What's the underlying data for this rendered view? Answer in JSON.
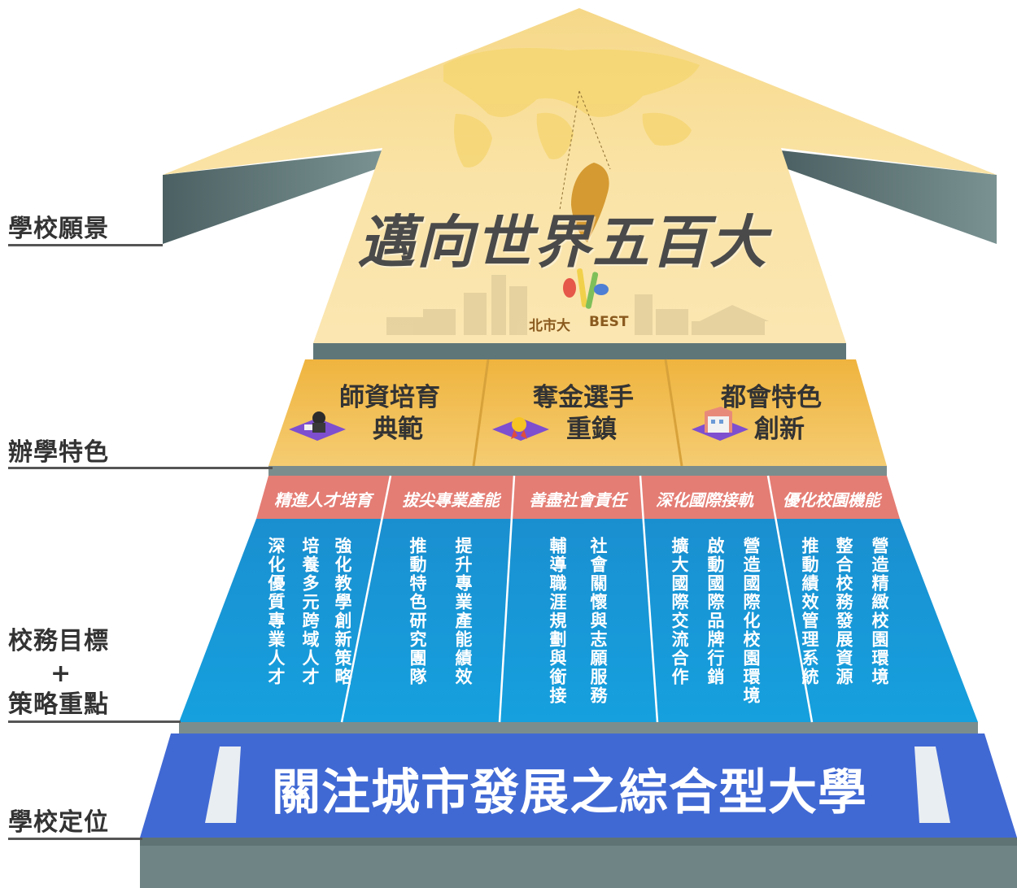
{
  "side_labels": {
    "vision": "學校願景",
    "features": "辦學特色",
    "goals_line1": "校務目標",
    "goals_plus": "+",
    "goals_line2": "策略重點",
    "positioning": "學校定位"
  },
  "vision": {
    "title": "邁向世界五百大",
    "logo_text_left": "北市大",
    "logo_text_right": "BEST"
  },
  "features": [
    {
      "text_line1": "師資培育",
      "text_line2": "典範",
      "icon": "teacher-icon"
    },
    {
      "text_line1": "奪金選手",
      "text_line2": "重鎮",
      "icon": "gold-medal-icon"
    },
    {
      "text_line1": "都會特色",
      "text_line2": "創新",
      "icon": "city-building-icon"
    }
  ],
  "goals": [
    {
      "header": "精進人才培育",
      "columns": [
        "強化教學創新策略",
        "培養多元跨域人才",
        "深化優質專業人才"
      ]
    },
    {
      "header": "拔尖專業產能",
      "columns": [
        "提升專業產能績效",
        "推動特色研究團隊"
      ]
    },
    {
      "header": "善盡社會責任",
      "columns": [
        "社會關懷與志願服務",
        "輔導職涯規劃與銜接"
      ]
    },
    {
      "header": "深化國際接軌",
      "columns": [
        "營造國際化校園環境",
        "啟動國際品牌行銷",
        "擴大國際交流合作"
      ]
    },
    {
      "header": "優化校園機能",
      "columns": [
        "營造精緻校園環境",
        "整合校務發展資源",
        "推動績效管理系統"
      ]
    }
  ],
  "positioning": {
    "text": "關注城市發展之綜合型大學"
  },
  "colors": {
    "arrow_fill": "#f9df9b",
    "arrow_side": "#5d7577",
    "feature_fill": "#f2c15c",
    "goal_header": "#e57a72",
    "goal_body": "#1795d5",
    "position_fill": "#4169d4",
    "base": "#6c8283"
  }
}
